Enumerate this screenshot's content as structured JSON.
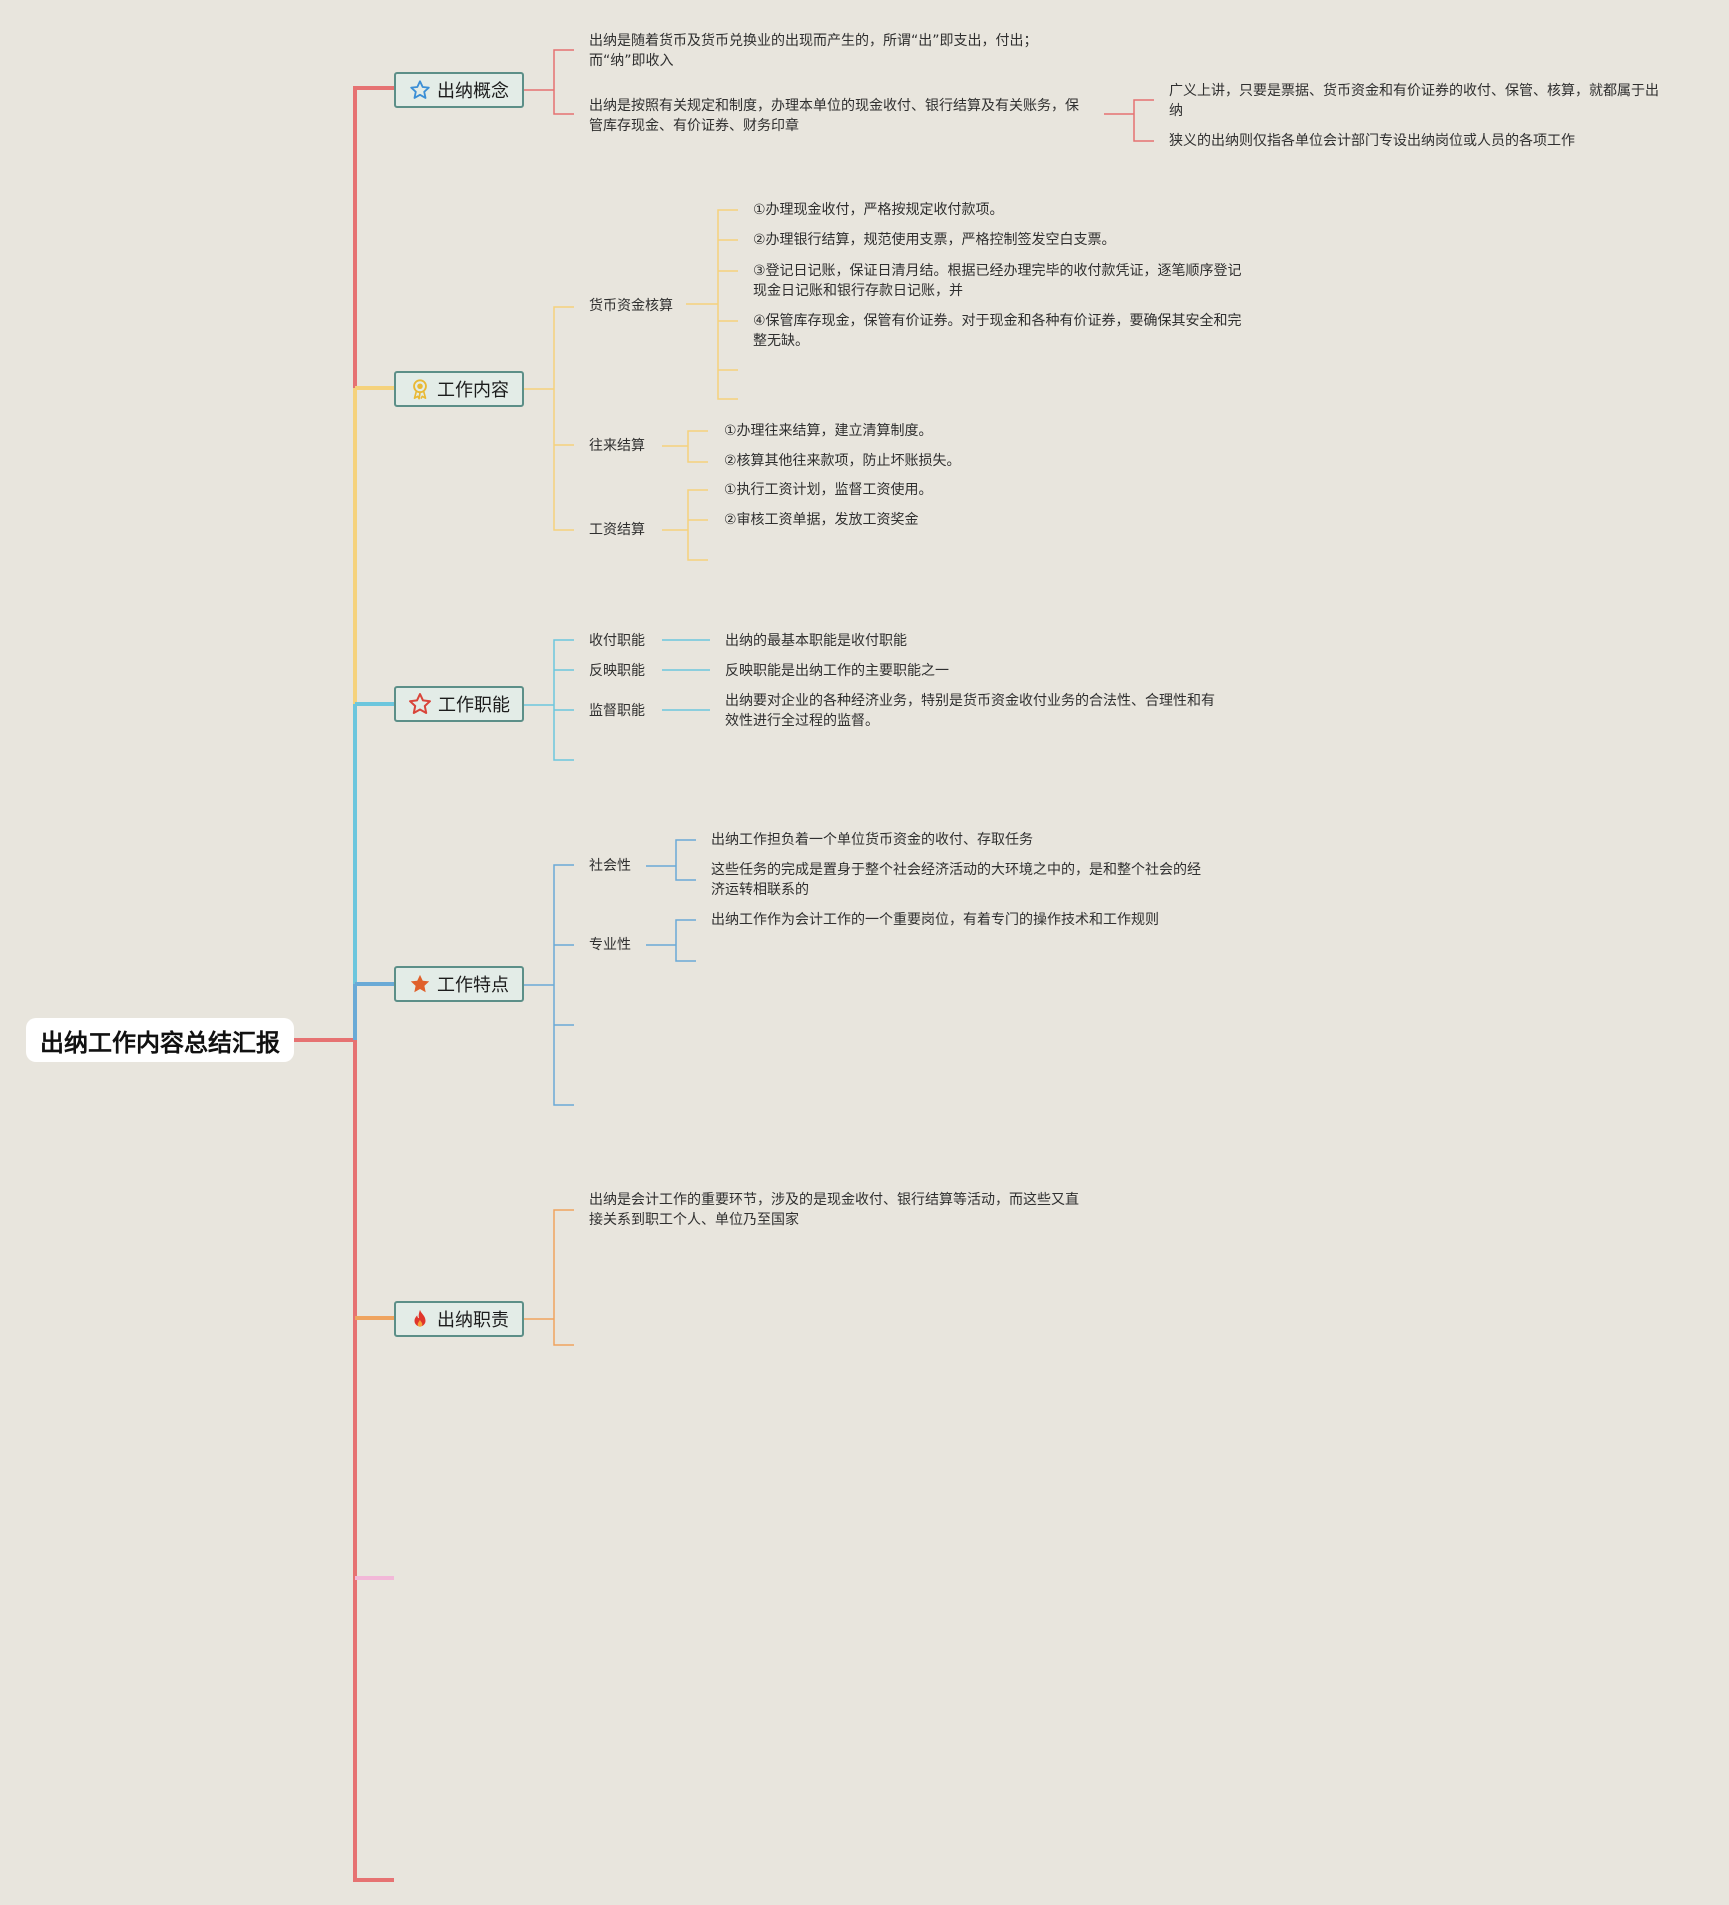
{
  "root": {
    "title": "出纳工作内容总结汇报"
  },
  "branches": {
    "concept": {
      "label": "出纳概念",
      "items": [
        "出纳是随着货币及货币兑换业的出现而产生的，所谓“出”即支出，付出；而“纳”即收入",
        "出纳是按照有关规定和制度，办理本单位的现金收付、银行结算及有关账务，保管库存现金、有价证券、财务印章"
      ],
      "sub": [
        "广义上讲，只要是票据、货币资金和有价证券的收付、保管、核算，就都属于出纳",
        "狭义的出纳则仅指各单位会计部门专设出纳岗位或人员的各项工作"
      ]
    },
    "content": {
      "label": "工作内容",
      "groups": [
        {
          "label": "货币资金核算",
          "items": [
            "①办理现金收付，严格按规定收付款项。",
            "②办理银行结算，规范使用支票，严格控制签发空白支票。",
            "③登记日记账，保证日清月结。根据已经办理完毕的收付款凭证，逐笔顺序登记现金日记账和银行存款日记账，并",
            "④保管库存现金，保管有价证券。对于现金和各种有价证券，要确保其安全和完整无缺。"
          ]
        },
        {
          "label": "往来结算",
          "items": [
            "①办理往来结算，建立清算制度。",
            "②核算其他往来款项，防止坏账损失。"
          ]
        },
        {
          "label": "工资结算",
          "items": [
            "①执行工资计划，监督工资使用。",
            "②审核工资单据，发放工资奖金"
          ]
        }
      ]
    },
    "function": {
      "label": "工作职能",
      "items": [
        {
          "label": "收付职能",
          "desc": "出纳的最基本职能是收付职能"
        },
        {
          "label": "反映职能",
          "desc": "反映职能是出纳工作的主要职能之一"
        },
        {
          "label": "监督职能",
          "desc": "出纳要对企业的各种经济业务，特别是货币资金收付业务的合法性、合理性和有效性进行全过程的监督。"
        }
      ]
    },
    "feature": {
      "label": "工作特点",
      "groups": [
        {
          "label": "社会性",
          "items": [
            "出纳工作担负着一个单位货币资金的收付、存取任务",
            "这些任务的完成是置身于整个社会经济活动的大环境之中的，是和整个社会的经济运转相联系的"
          ]
        },
        {
          "label": "专业性",
          "items": [
            "出纳工作作为会计工作的一个重要岗位，有着专门的操作技术和工作规则"
          ]
        }
      ]
    },
    "duty": {
      "label": "出纳职责",
      "items": [
        "出纳是会计工作的重要环节，涉及的是现金收付、银行结算等活动，而这些又直接关系到职工个人、单位乃至国家"
      ]
    }
  },
  "colors": {
    "background": "#e8e5dd",
    "red": "#e67272",
    "yellow": "#f5d27c",
    "blue": "#6cc6dd",
    "steel": "#6aaad6",
    "orange": "#efa35f",
    "pink": "#f2b8d8",
    "node_border": "#5c8f88",
    "node_fill": "#e3ece7"
  },
  "icons": {
    "concept": "star-outline-icon",
    "content": "award-medal-icon",
    "function": "star-outline-red-icon",
    "feature": "star-filled-icon",
    "duty": "flame-icon"
  }
}
